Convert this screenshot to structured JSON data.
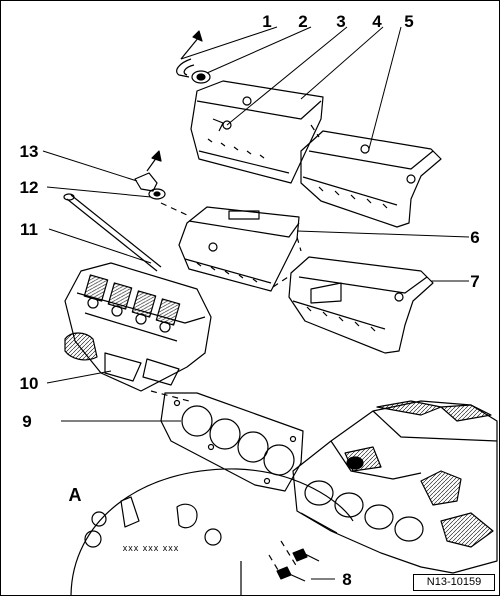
{
  "diagram": {
    "reference_code": "N13-10159",
    "detail_marker": "A",
    "flywheel_marking": "xxx xxx xxx",
    "callouts": [
      "1",
      "2",
      "3",
      "4",
      "5",
      "6",
      "7",
      "8",
      "9",
      "10",
      "11",
      "12",
      "13"
    ]
  },
  "colors": {
    "ink": "#000000",
    "paper": "#ffffff"
  }
}
